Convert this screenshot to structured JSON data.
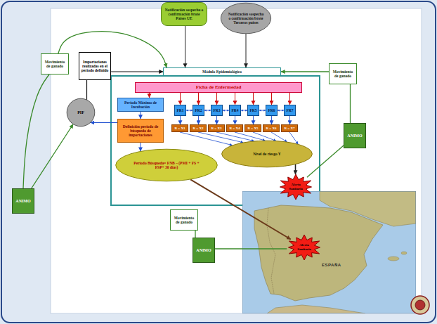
{
  "diagram": {
    "nodes": [
      {
        "text": [
          "Movimiento de ganado"
        ]
      },
      {
        "text": [
          "Importaciones realizadas en el período definido"
        ]
      },
      {
        "text": [
          "Notificación sospecha o confirmación brote Países UE"
        ]
      },
      {
        "text": [
          "Notificación sospecha o confirmación brote Terceros países"
        ]
      },
      {
        "text": [
          "Módulo Epidemiológico"
        ]
      },
      {
        "text": [
          "Ficha de Enfermedad"
        ]
      },
      {
        "text": [
          "Período Máximo de Incubación"
        ]
      },
      {
        "text": [
          "Definición período de búsqueda de importaciones"
        ]
      },
      {
        "text": [
          "Período Búsqueda= FNB – (PMI + FS + FSP+ 30 días)"
        ]
      },
      {
        "text": [
          "FR1"
        ]
      },
      {
        "text": [
          "FR2"
        ]
      },
      {
        "text": [
          "FR3"
        ]
      },
      {
        "text": [
          "FR4"
        ]
      },
      {
        "text": [
          "FR5"
        ]
      },
      {
        "text": [
          "FR6"
        ]
      },
      {
        "text": [
          "FR7"
        ]
      },
      {
        "text": [
          "R = X1"
        ]
      },
      {
        "text": [
          "R = X2"
        ]
      },
      {
        "text": [
          "R = X3"
        ]
      },
      {
        "text": [
          "R = X4"
        ]
      },
      {
        "text": [
          "R = X5"
        ]
      },
      {
        "text": [
          "R = X6"
        ]
      },
      {
        "text": [
          "R = X7"
        ]
      },
      {
        "text": [
          "Nivel de riesgo Y"
        ]
      },
      {
        "text": [
          "PIF"
        ]
      },
      {
        "text": [
          "ANIMO"
        ]
      },
      {
        "text": [
          "Movimiento de ganado"
        ]
      },
      {
        "text": [
          "ANIMO"
        ]
      },
      {
        "text": [
          "Movimiento de ganado"
        ]
      },
      {
        "text": [
          "ANIMO"
        ]
      },
      {
        "text": [
          "Alerta Sanitaria"
        ]
      },
      {
        "text": [
          "Alerta Sanitaria"
        ]
      }
    ],
    "edges": [
      {
        "from": 25,
        "to": 0,
        "arrow": "none"
      },
      {
        "from": 0,
        "to": 4,
        "arrow": "to"
      },
      {
        "from": 24,
        "to": 1,
        "arrow": "none"
      },
      {
        "from": 1,
        "to": 4,
        "arrow": "to"
      },
      {
        "from": 2,
        "to": 4,
        "arrow": "to"
      },
      {
        "from": 3,
        "to": 4,
        "arrow": "to"
      },
      {
        "from": 27,
        "to": 26,
        "arrow": "none"
      },
      {
        "from": 26,
        "to": 4,
        "arrow": "to"
      },
      {
        "from": 29,
        "to": 28,
        "arrow": "none"
      },
      {
        "from": 25,
        "to": 24,
        "arrow": "to"
      },
      {
        "from": 7,
        "to": 24,
        "arrow": "to"
      },
      {
        "from": 27,
        "to": 30,
        "arrow": "none"
      },
      {
        "from": 31,
        "to": 29,
        "arrow": "none"
      },
      {
        "from": 5,
        "to": 6,
        "arrow": "to"
      },
      {
        "from": 5,
        "to": 9,
        "arrow": "to"
      },
      {
        "from": 5,
        "to": 10,
        "arrow": "to"
      },
      {
        "from": 5,
        "to": 11,
        "arrow": "to"
      },
      {
        "from": 5,
        "to": 12,
        "arrow": "to"
      },
      {
        "from": 5,
        "to": 13,
        "arrow": "to"
      },
      {
        "from": 5,
        "to": 14,
        "arrow": "to"
      },
      {
        "from": 5,
        "to": 15,
        "arrow": "to"
      },
      {
        "from": 6,
        "to": 7,
        "arrow": "to"
      },
      {
        "from": 7,
        "to": 8,
        "arrow": "to"
      },
      {
        "from": 9,
        "to": 16,
        "arrow": "to"
      },
      {
        "from": 10,
        "to": 17,
        "arrow": "to"
      },
      {
        "from": 11,
        "to": 18,
        "arrow": "to"
      },
      {
        "from": 12,
        "to": 19,
        "arrow": "to"
      },
      {
        "from": 13,
        "to": 20,
        "arrow": "to"
      },
      {
        "from": 14,
        "to": 21,
        "arrow": "to"
      },
      {
        "from": 15,
        "to": 22,
        "arrow": "to"
      },
      {
        "from": 9,
        "to": 10,
        "arrow": "both"
      },
      {
        "from": 10,
        "to": 11,
        "arrow": "both"
      },
      {
        "from": 11,
        "to": 12,
        "arrow": "both"
      },
      {
        "from": 12,
        "to": 13,
        "arrow": "both"
      },
      {
        "from": 13,
        "to": 14,
        "arrow": "both"
      },
      {
        "from": 14,
        "to": 15,
        "arrow": "both"
      },
      {
        "from": 16,
        "to": 23,
        "arrow": "to"
      },
      {
        "from": 17,
        "to": 23,
        "arrow": "to"
      },
      {
        "from": 18,
        "to": 23,
        "arrow": "to"
      },
      {
        "from": 19,
        "to": 23,
        "arrow": "to"
      },
      {
        "from": 20,
        "to": 23,
        "arrow": "to"
      },
      {
        "from": 21,
        "to": 23,
        "arrow": "to"
      },
      {
        "from": 22,
        "to": 23,
        "arrow": "to"
      },
      {
        "from": 23,
        "to": 30,
        "arrow": "to"
      },
      {
        "from": 8,
        "to": 31,
        "arrow": "to"
      }
    ],
    "labels": [
      "ESPAÑA"
    ]
  }
}
